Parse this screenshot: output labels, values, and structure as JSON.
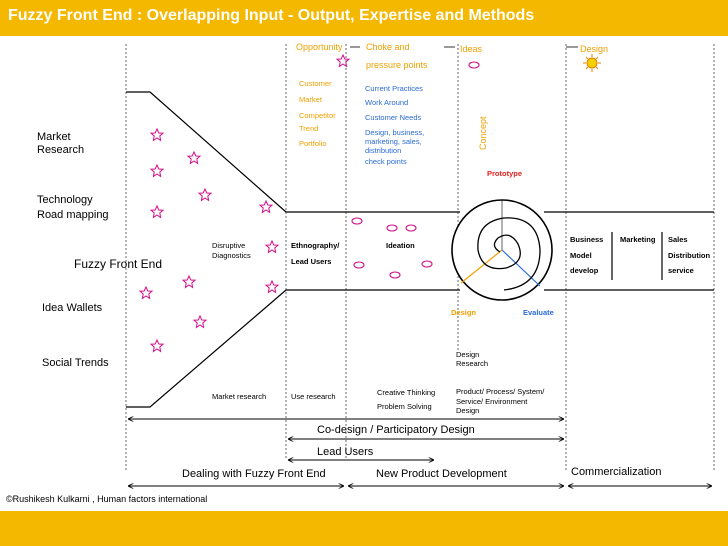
{
  "title": "Fuzzy Front End : Overlapping Input - Output, Expertise and Methods",
  "copyright": "©Rushikesh Kulkarni , Human factors international",
  "header_labels": {
    "opportunity": "Opportunity",
    "choke": "Choke and",
    "pressure": "pressure points",
    "ideas": "Ideas",
    "design": "Design"
  },
  "opportunity_list": [
    "Customer",
    "Market",
    "Competitor",
    "Trend",
    "Portfolio"
  ],
  "choke_list": [
    "Current Practices",
    "Work Around",
    "Customer Needs",
    "Design, business,",
    "marketing, sales,",
    "distribution",
    "check points"
  ],
  "left_labels": {
    "market_research_1": "Market",
    "market_research_2": "Research",
    "tech_1": "Technology",
    "tech_2": "Road mapping",
    "ffe": "Fuzzy Front End",
    "idea_wallets": "Idea Wallets",
    "social_trends": "Social Trends"
  },
  "mid_labels": {
    "disruptive_1": "Disruptive",
    "disruptive_2": "Diagnostics",
    "ethno_1": "Ethnography/",
    "ethno_2": "Lead Users",
    "ideation": "Ideation",
    "market_research_small": "Market research",
    "use_research": "Use research",
    "creative": "Creative Thinking",
    "problem": "Problem Solving"
  },
  "spiral_labels": {
    "concept": "Concept",
    "prototype": "Prototype",
    "design": "Design",
    "evaluate": "Evaluate",
    "design_research_1": "Design",
    "design_research_2": "Research"
  },
  "product_design": [
    "Product/ Process/ System/",
    "Service/ Environment",
    "Design"
  ],
  "commercial_cols": {
    "business": [
      "Business",
      "Model",
      "develop"
    ],
    "marketing": [
      "Marketing"
    ],
    "sales": [
      "Sales",
      "Distribution",
      "service"
    ]
  },
  "bottom_labels": {
    "codesign": "Co-design / Participatory Design",
    "lead_users": "Lead Users",
    "dealing": "Dealing with Fuzzy Front End",
    "npd": "New Product Development",
    "commercialization": "Commercialization"
  },
  "colors": {
    "brand_bar": "#f5b800",
    "accent_orange": "#f0a000",
    "accent_blue": "#2a6bd8",
    "star_pink": "#d0108a"
  }
}
